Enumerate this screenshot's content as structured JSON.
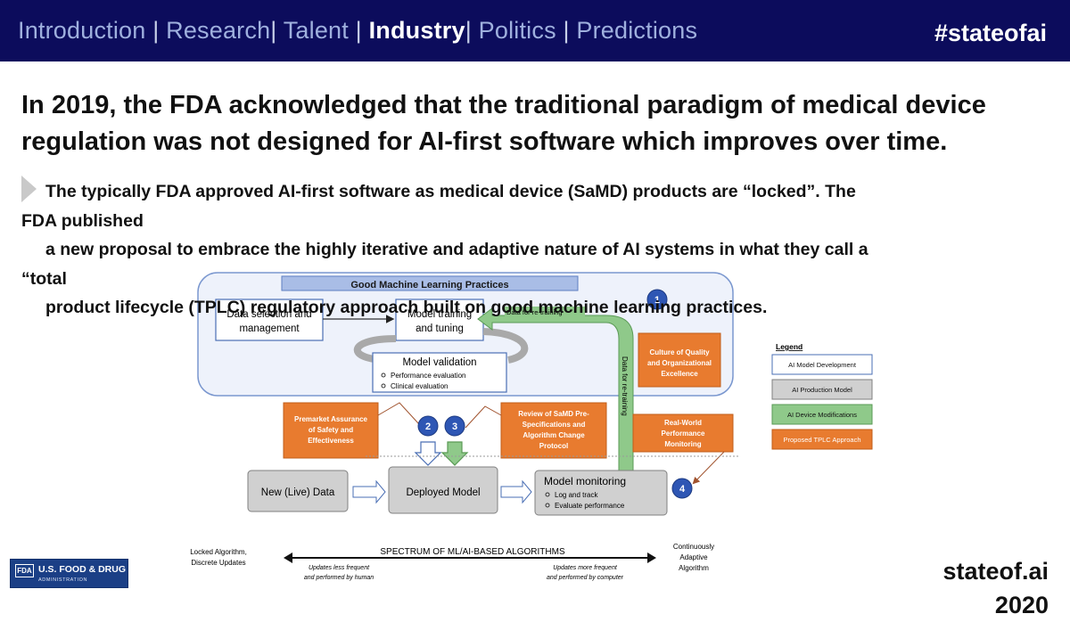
{
  "header": {
    "nav_items": [
      {
        "label": "Introduction",
        "active": false
      },
      {
        "label": "Research",
        "active": false
      },
      {
        "label": "Talent",
        "active": false
      },
      {
        "label": "Industry",
        "active": true
      },
      {
        "label": "Politics",
        "active": false
      },
      {
        "label": "Predictions",
        "active": false
      }
    ],
    "separator": "|",
    "hashtag": "#stateofai"
  },
  "headline": "In 2019, the FDA acknowledged that the traditional paradigm of medical device regulation was not designed for AI-first software which improves over time.",
  "body": {
    "lines": [
      "The typically FDA approved AI-first software as medical device (SaMD) products are “locked”. The",
      "FDA published",
      "a new proposal to embrace the highly iterative and adaptive nature of AI systems in what they call a",
      "“total",
      "product lifecycle (TPLC) regulatory approach built on good machine learning practices."
    ]
  },
  "diagram": {
    "gmlp_title": "Good Machine Learning Practices",
    "data_selection": [
      "Data selection and",
      "management"
    ],
    "model_training": [
      "Model training",
      "and tuning"
    ],
    "model_validation": "Model validation",
    "validation_items": [
      "Performance evaluation",
      "Clinical evaluation"
    ],
    "data_retraining_top": "Data for re-training",
    "data_retraining_side": "Data for re-training",
    "culture": [
      "Culture of Quality",
      "and Organizational",
      "Excellence"
    ],
    "premarket": [
      "Premarket Assurance",
      "of Safety and",
      "Effectiveness"
    ],
    "review": [
      "Review of SaMD Pre-",
      "Specifications and",
      "Algorithm Change",
      "Protocol"
    ],
    "realworld": [
      "Real-World",
      "Performance",
      "Monitoring"
    ],
    "new_data": "New (Live) Data",
    "deployed": "Deployed Model",
    "monitoring": "Model monitoring",
    "monitoring_items": [
      "Log and track",
      "Evaluate performance"
    ],
    "step_numbers": [
      "1",
      "2",
      "3",
      "4"
    ],
    "legend": {
      "title": "Legend",
      "items": [
        {
          "label": "AI Model Development",
          "fill": "#ffffff",
          "stroke": "#4a6fb5"
        },
        {
          "label": "AI Production Model",
          "fill": "#d0d0d0",
          "stroke": "#808080"
        },
        {
          "label": "AI Device Modifications",
          "fill": "#8fc98a",
          "stroke": "#5a9a55"
        },
        {
          "label": "Proposed TPLC Approach",
          "fill": "#e87b2f",
          "stroke": "#c05e1a"
        }
      ]
    },
    "spectrum": {
      "title": "SPECTRUM OF ML/AI-BASED ALGORITHMS",
      "left": [
        "Locked Algorithm,",
        "Discrete Updates"
      ],
      "right": [
        "Continuously",
        "Adaptive",
        "Algorithm"
      ],
      "left_note": [
        "Updates less frequent",
        "and performed by human"
      ],
      "right_note": [
        "Updates more frequent",
        "and performed by computer"
      ]
    },
    "colors": {
      "orange": "#e87b2f",
      "green": "#8fc98a",
      "blue_panel": "#eef2fb",
      "blue_border": "#7a97cf",
      "step_blue": "#2e56b4"
    }
  },
  "footer": {
    "logo_mark": "FDA",
    "logo_name": "U.S. FOOD & DRUG",
    "logo_sub": "ADMINISTRATION",
    "site": "stateof.ai 2020"
  }
}
